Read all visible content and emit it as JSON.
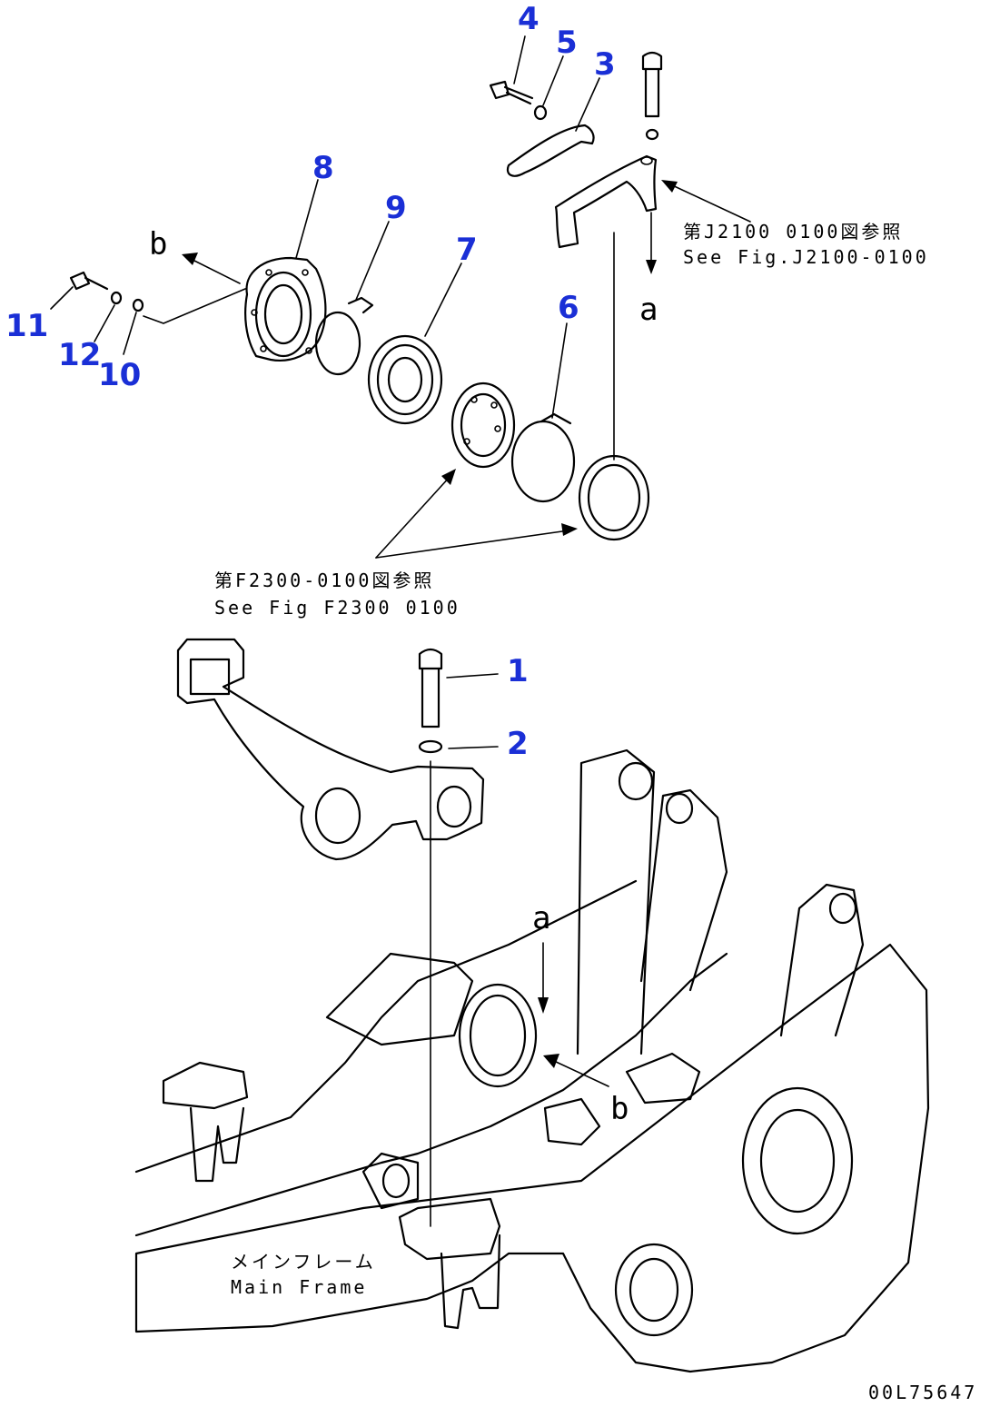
{
  "callouts": [
    {
      "id": "1",
      "text": "1"
    },
    {
      "id": "2",
      "text": "2"
    },
    {
      "id": "3",
      "text": "3"
    },
    {
      "id": "4",
      "text": "4"
    },
    {
      "id": "5",
      "text": "5"
    },
    {
      "id": "6",
      "text": "6"
    },
    {
      "id": "7",
      "text": "7"
    },
    {
      "id": "8",
      "text": "8"
    },
    {
      "id": "9",
      "text": "9"
    },
    {
      "id": "10",
      "text": "10"
    },
    {
      "id": "11",
      "text": "11"
    },
    {
      "id": "12",
      "text": "12"
    }
  ],
  "references": {
    "a": "a",
    "b": "b"
  },
  "notes": {
    "fig_j2100_jp": "第J2100 0100図参照",
    "fig_j2100_en": "See Fig.J2100-0100",
    "fig_f2300_jp": "第F2300-0100図参照",
    "fig_f2300_en": "See Fig F2300 0100",
    "main_frame_jp": "メインフレーム",
    "main_frame_en": "Main Frame"
  },
  "drawing_number": "00L75647",
  "colors": {
    "callout": "#1a2fd6",
    "line": "#000000",
    "background": "#ffffff"
  }
}
